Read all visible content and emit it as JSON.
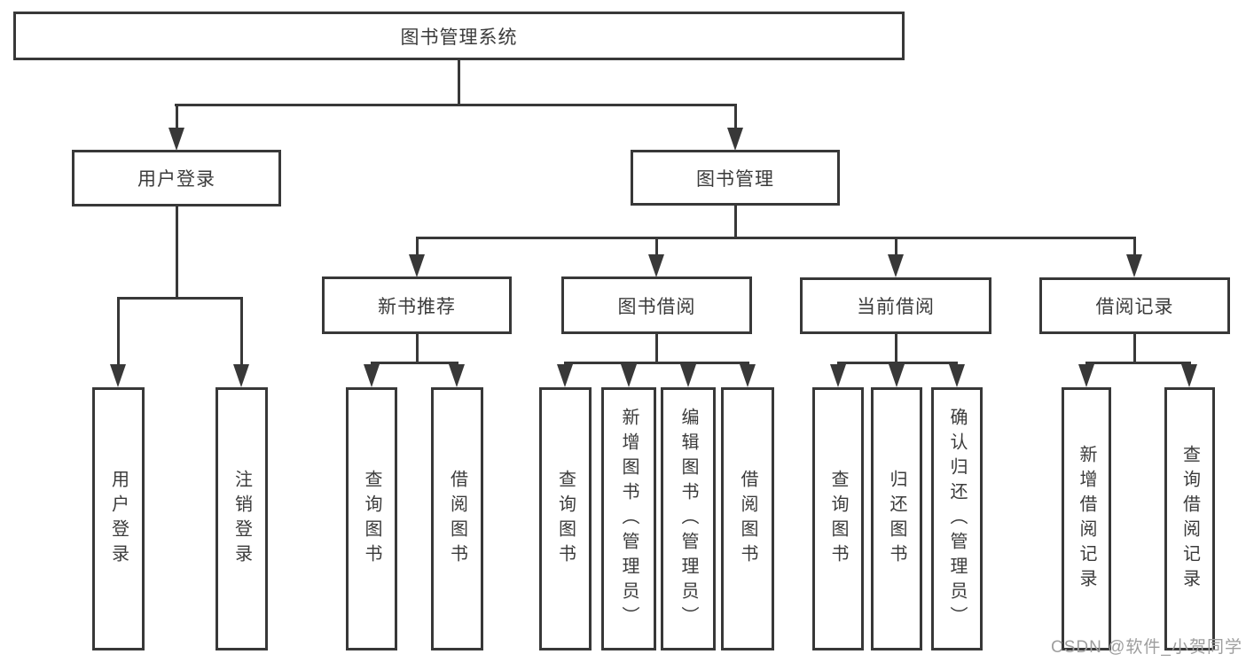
{
  "diagram": {
    "title": "图书管理系统",
    "root": {
      "label": "图书管理系统"
    },
    "level1": [
      {
        "label": "用户登录"
      },
      {
        "label": "图书管理"
      }
    ],
    "level2": [
      {
        "label": "新书推荐"
      },
      {
        "label": "图书借阅"
      },
      {
        "label": "当前借阅"
      },
      {
        "label": "借阅记录"
      }
    ],
    "leaves": {
      "user_login": [
        "用户登录",
        "注销登录"
      ],
      "new_book": [
        "查询图书",
        "借阅图书"
      ],
      "book_borrow": [
        "查询图书",
        "新增图书（管理员）",
        "编辑图书（管理员）",
        "借阅图书"
      ],
      "current_borrow": [
        "查询图书",
        "归还图书",
        "确认归还（管理员）"
      ],
      "borrow_record": [
        "新增借阅记录",
        "查询借阅记录"
      ]
    }
  },
  "watermark": {
    "text": "CSDN @软件_小贺同学"
  },
  "colors": {
    "line": "#383838",
    "text": "#3b3b3b",
    "background": "#ffffff",
    "watermark": "#9e9e9e"
  }
}
